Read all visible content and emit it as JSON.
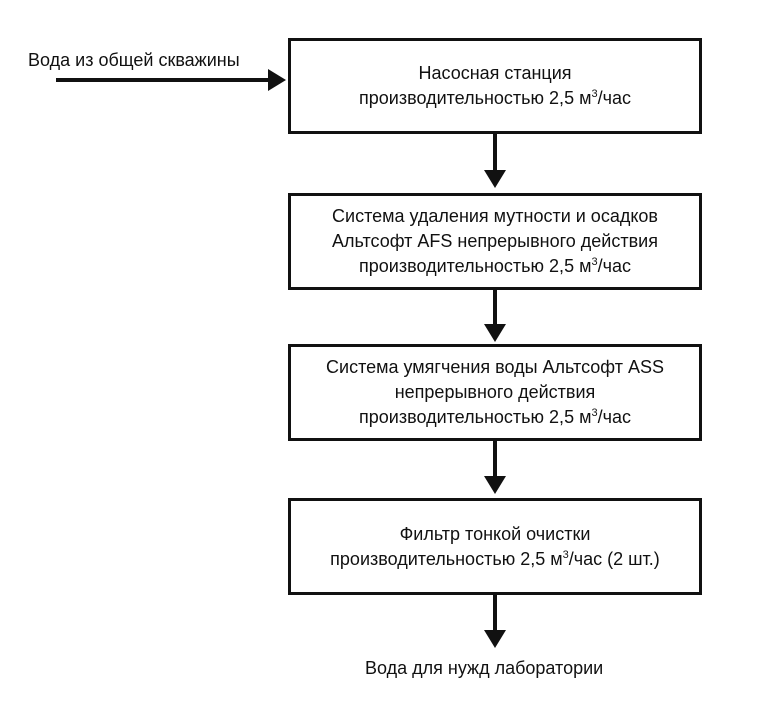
{
  "input_label": "Вода из общей скважины",
  "output_label": "Вода для нужд лаборатории",
  "boxes": [
    {
      "line1": "Насосная станция",
      "line2_pre": "производительностью 2,5 м",
      "line2_sup": "3",
      "line2_post": "/час"
    },
    {
      "line1": "Система удаления мутности и осадков",
      "line2": "Альтсофт AFS непрерывного действия",
      "line3_pre": "производительностью 2,5 м",
      "line3_sup": "3",
      "line3_post": "/час"
    },
    {
      "line1": "Система умягчения воды Альтсофт ASS",
      "line2": "непрерывного действия",
      "line3_pre": "производительностью 2,5 м",
      "line3_sup": "3",
      "line3_post": "/час"
    },
    {
      "line1": "Фильтр тонкой очистки",
      "line2_pre": "производительностью 2,5 м",
      "line2_sup": "3",
      "line2_post": "/час (2 шт.)"
    }
  ]
}
